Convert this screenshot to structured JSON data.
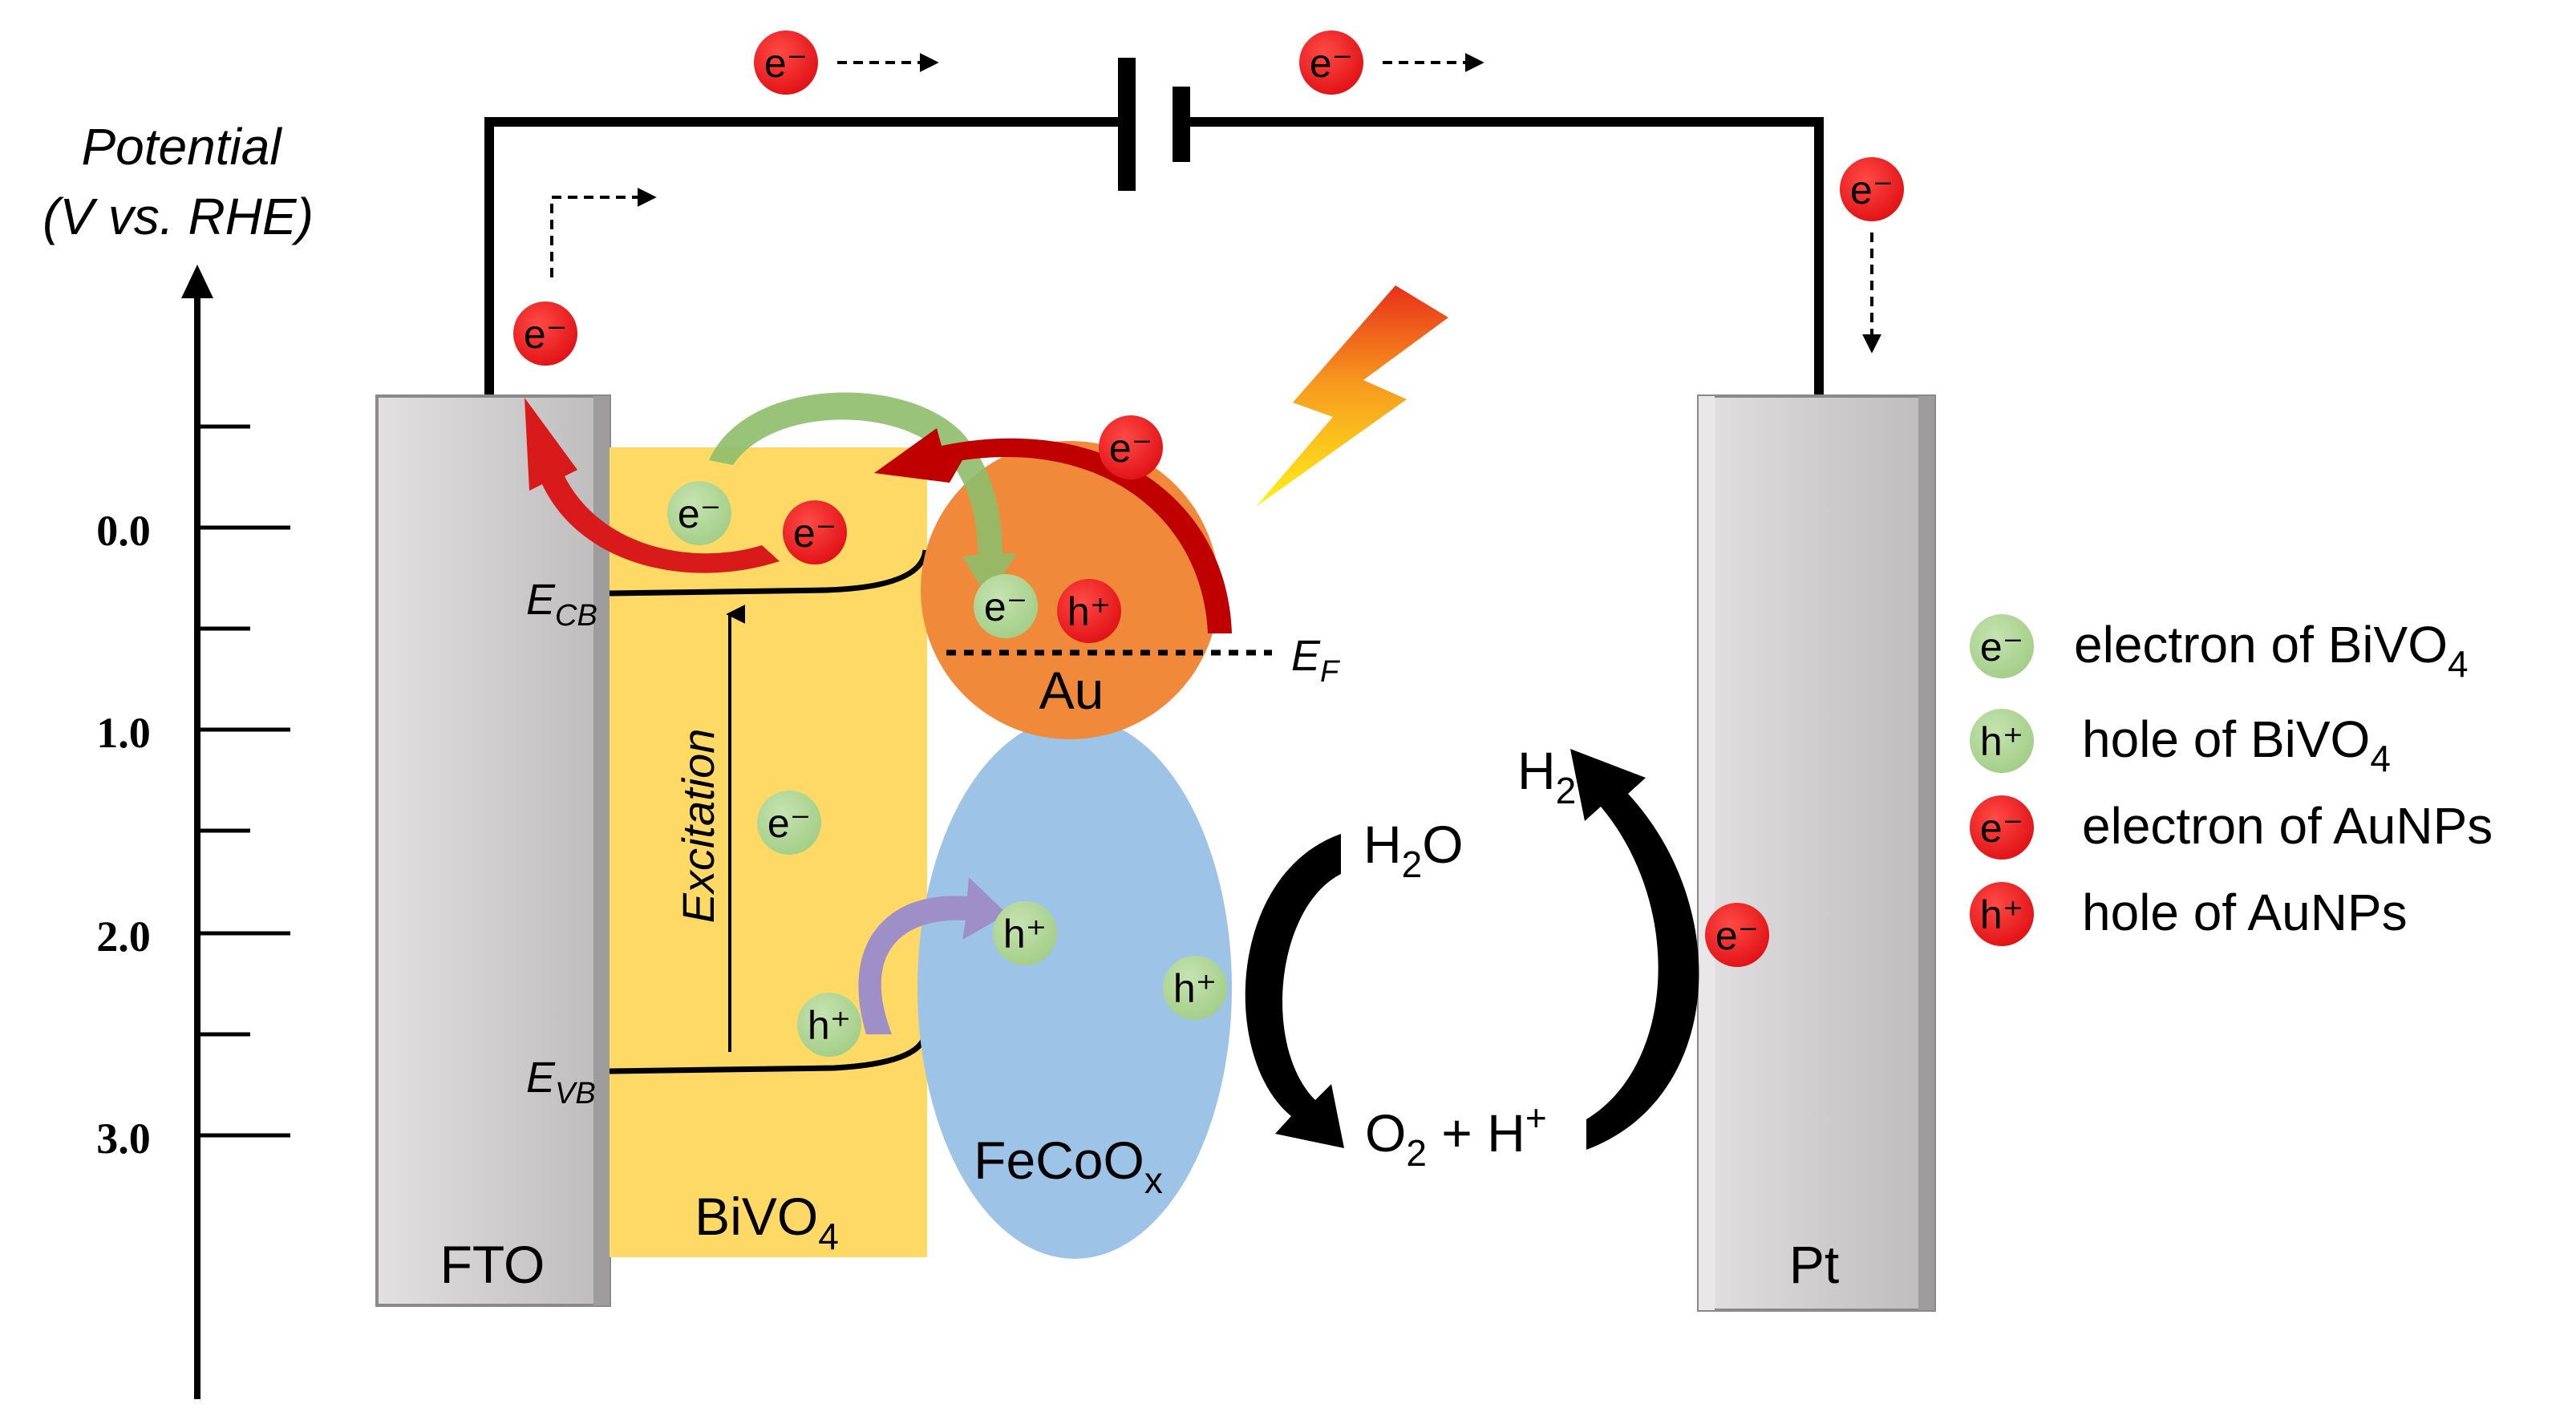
{
  "axis": {
    "title_line1": "Potential",
    "title_line2": "(V vs. RHE)",
    "ticks": [
      "0.0",
      "1.0",
      "2.0",
      "3.0"
    ]
  },
  "labels": {
    "fto": "FTO",
    "bivo4_main": "BiVO",
    "bivo4_sub": "4",
    "au": "Au",
    "fecoox_main": "FeCoO",
    "fecoox_sub": "x",
    "pt": "Pt",
    "ecb_main": "E",
    "ecb_sub": "CB",
    "evb_main": "E",
    "evb_sub": "VB",
    "ef_main": "E",
    "ef_sub": "F",
    "excitation": "Excitation"
  },
  "particles": {
    "electron": "e⁻",
    "hole": "h⁺"
  },
  "chemistry": {
    "h2o": [
      "H",
      "2",
      "O"
    ],
    "h2": [
      "H",
      "2"
    ],
    "o2_h": [
      "O",
      "2",
      " + H",
      "+"
    ]
  },
  "legend": [
    {
      "symbol": "e⁻",
      "color": "green",
      "text": "electron of BiVO",
      "sub": "4"
    },
    {
      "symbol": "h⁺",
      "color": "green",
      "text": "hole of BiVO",
      "sub": "4"
    },
    {
      "symbol": "e⁻",
      "color": "red",
      "text": "electron of AuNPs",
      "sub": ""
    },
    {
      "symbol": "h⁺",
      "color": "red",
      "text": "hole of AuNPs",
      "sub": ""
    }
  ],
  "colors": {
    "bivo4": "#FFD966",
    "au": "#F08A3A",
    "fecoox": "#9DC3E6",
    "electrode": "#D0CECE",
    "green_particle": "#A9D18E",
    "red_particle": "#E8161B",
    "red_arrow": "#C00000",
    "green_arrow": "#8FBC6B",
    "purple_arrow": "#9E8FC8"
  }
}
